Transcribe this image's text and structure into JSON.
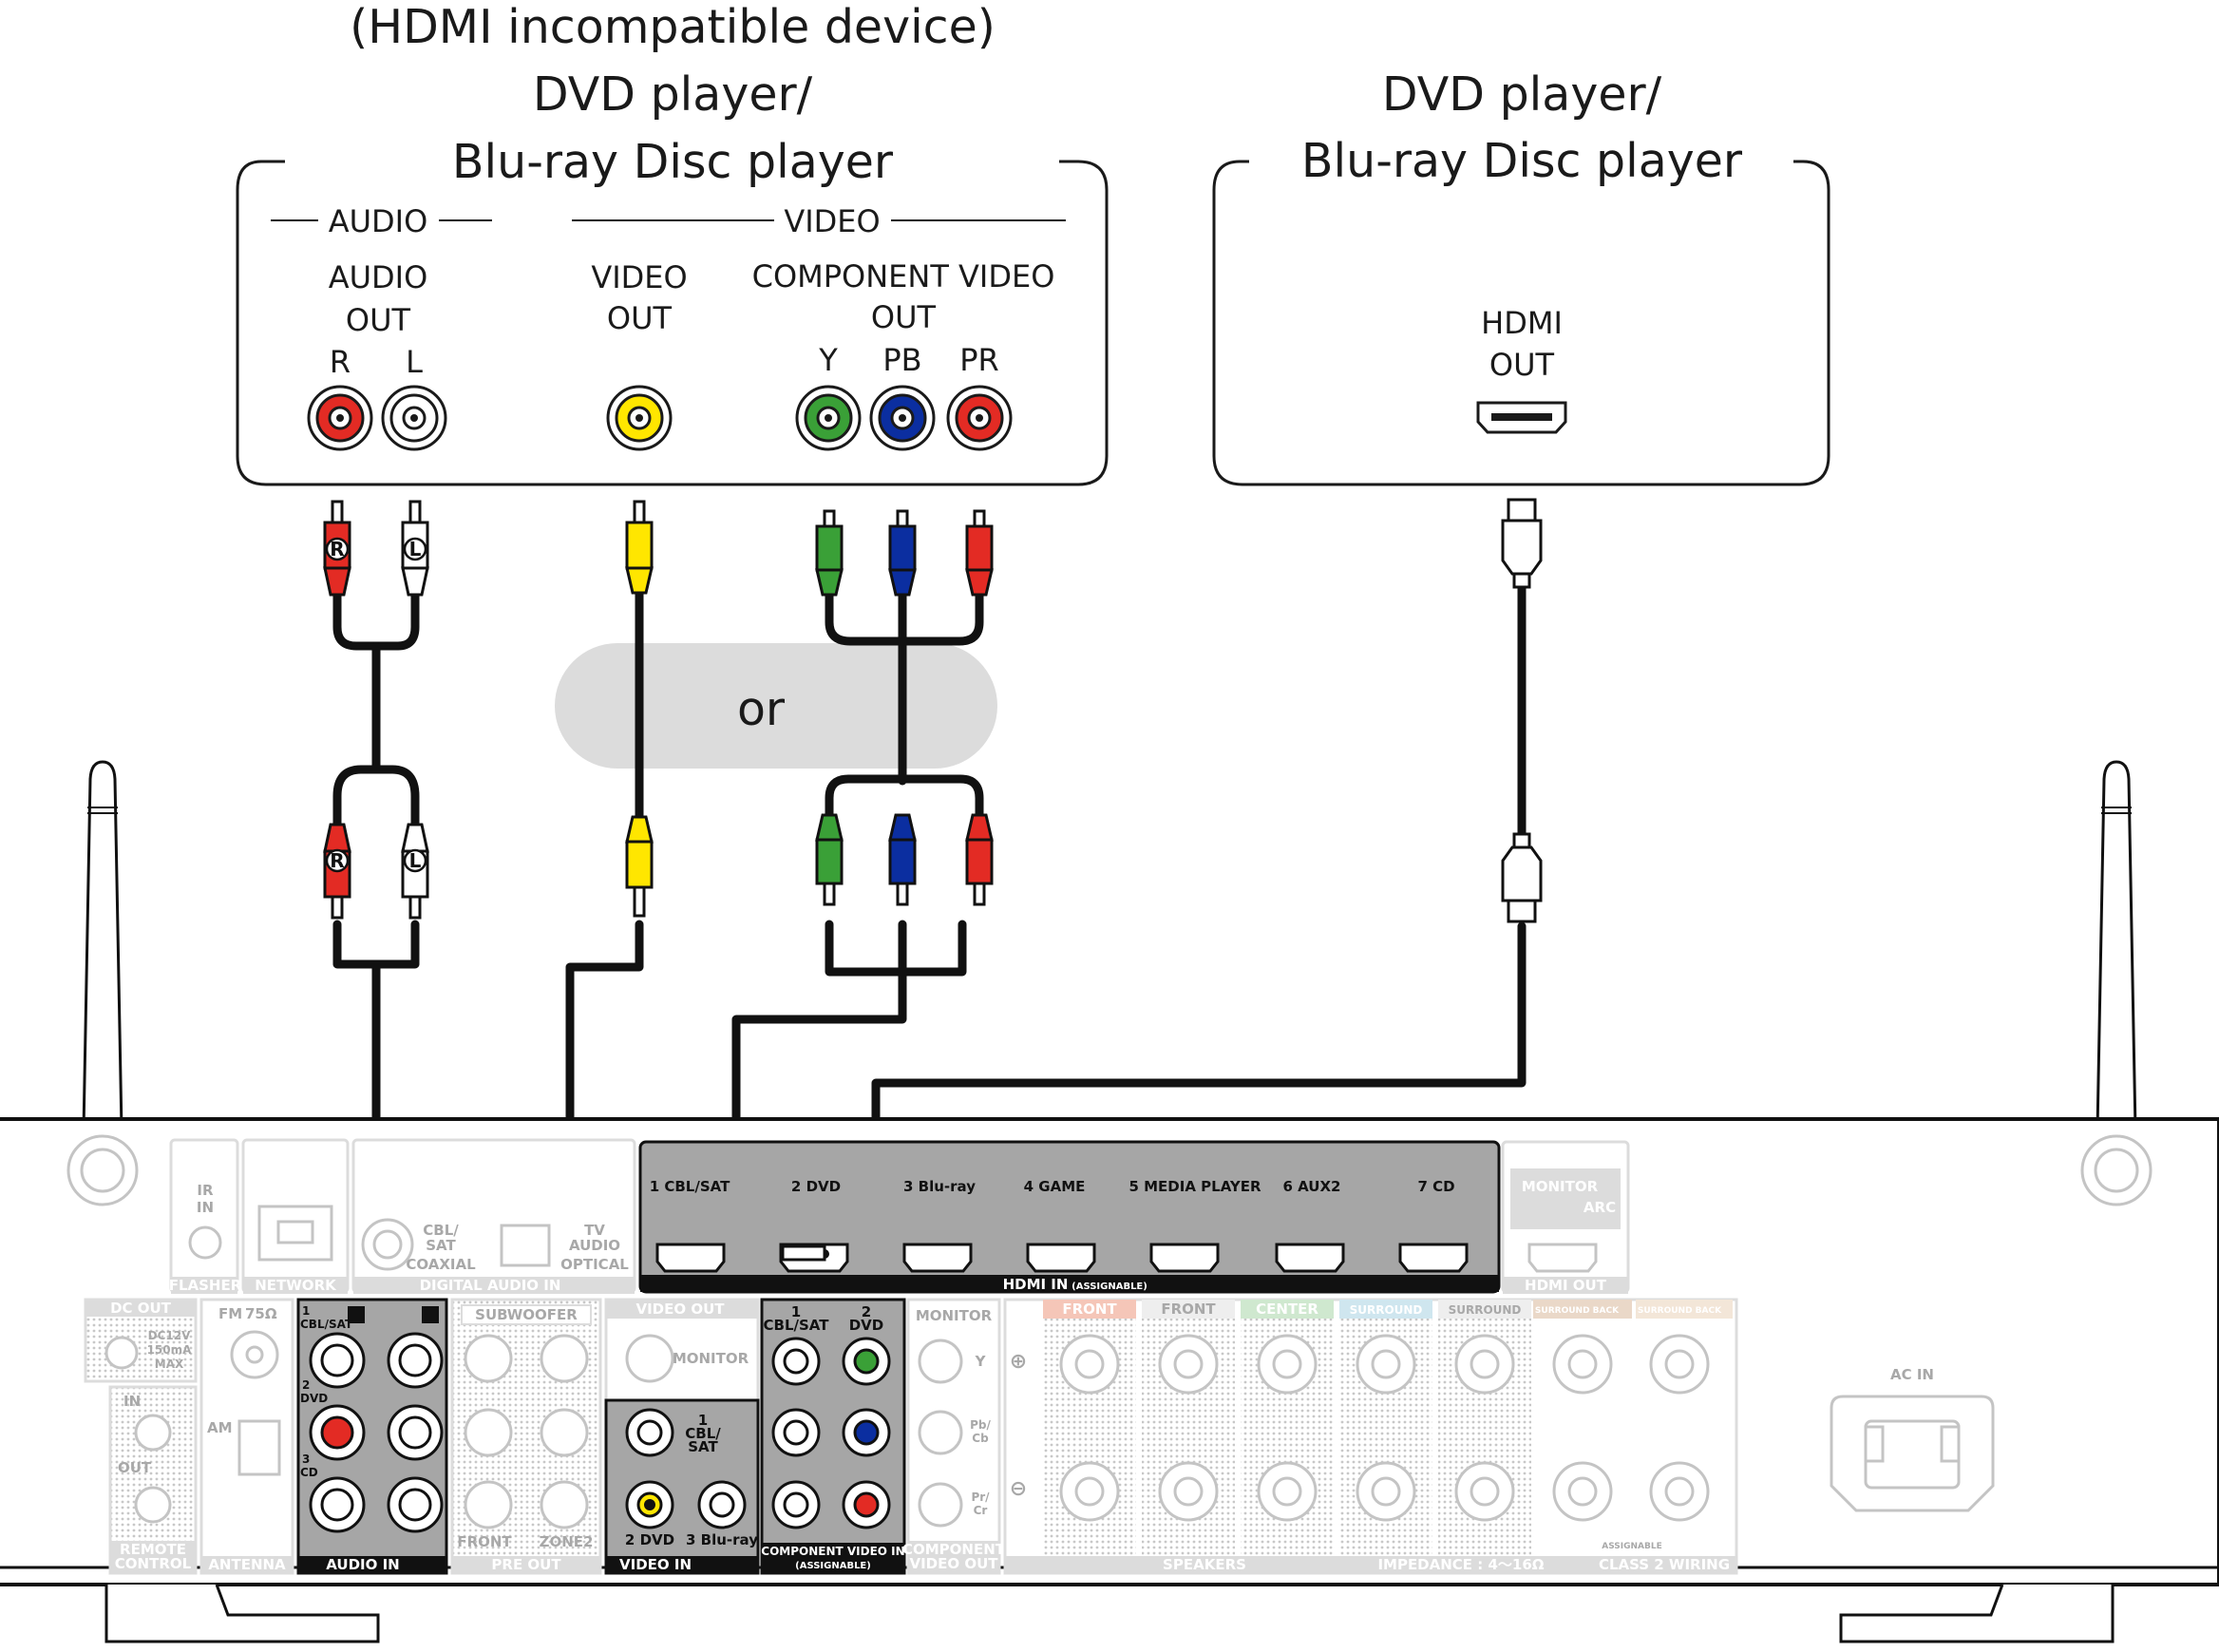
{
  "devices": {
    "left": {
      "caption_line1": "(HDMI incompatible device)",
      "caption_line2": "DVD player/",
      "caption_line3": "Blu-ray Disc player",
      "audio_group": "AUDIO",
      "video_group": "VIDEO",
      "audio_out_line1": "AUDIO",
      "audio_out_line2": "OUT",
      "label_r": "R",
      "label_l": "L",
      "video_out_line1": "VIDEO",
      "video_out_line2": "OUT",
      "component_line1": "COMPONENT VIDEO",
      "component_line2": "OUT",
      "label_y": "Y",
      "label_pb": "PB",
      "label_pr": "PR"
    },
    "right": {
      "caption_line1": "DVD player/",
      "caption_line2": "Blu-ray Disc player",
      "hdmi_line1": "HDMI",
      "hdmi_line2": "OUT"
    }
  },
  "or_label": "or",
  "plug_labels": {
    "r": "R",
    "l": "L"
  },
  "receiver": {
    "hdmi_inputs": [
      "1 CBL/SAT",
      "2 DVD",
      "3 Blu-ray",
      "4 GAME",
      "5 MEDIA PLAYER",
      "6 AUX2",
      "7 CD"
    ],
    "hdmi_in_label": "HDMI IN",
    "assignable": "(ASSIGNABLE)",
    "hdmi_out_label": "HDMI OUT",
    "monitor": "MONITOR",
    "arc": "ARC",
    "ir_in": "IR",
    "ir_in2": "IN",
    "flasher": "FLASHER",
    "network": "NETWORK",
    "digital_audio_in": "DIGITAL AUDIO IN",
    "cbl_sat": "CBL/",
    "sat": "SAT",
    "coaxial": "COAXIAL",
    "tv_audio": "TV",
    "tv_audio2": "AUDIO",
    "optical": "OPTICAL",
    "dc_out": "DC OUT",
    "dc_spec1": "DC12V",
    "dc_spec2": "150mA",
    "dc_spec3": "MAX",
    "fm": "FM",
    "fm_ohm": "75Ω",
    "am": "AM",
    "antenna": "ANTENNA",
    "remote_control": "REMOTE",
    "remote_control2": "CONTROL",
    "remote_in": "IN",
    "remote_out": "OUT",
    "audio_in_label": "AUDIO IN",
    "audio_in_1": "1",
    "audio_in_1b": "CBL/SAT",
    "audio_in_2": "2",
    "audio_in_2b": "DVD",
    "audio_in_3": "3",
    "audio_in_3b": "CD",
    "subwoofer": "SUBWOOFER",
    "pre_out": "PRE OUT",
    "front": "FRONT",
    "zone2": "ZONE2",
    "video_out": "VIDEO OUT",
    "monitor_small": "MONITOR",
    "video_in_label": "VIDEO IN",
    "video_in_1": "1",
    "video_in_1b": "CBL/",
    "video_in_1c": "SAT",
    "video_in_2": "2 DVD",
    "video_in_3": "3 Blu-ray",
    "component_in_label": "COMPONENT VIDEO IN",
    "component_in_1": "1",
    "component_in_1b": "CBL/SAT",
    "component_in_2": "2",
    "component_in_2b": "DVD",
    "component_out_label": "COMPONENT",
    "component_out_label2": "VIDEO OUT",
    "monitor_comp": "MONITOR",
    "comp_y": "Y",
    "comp_pb": "Pb/",
    "comp_cb": "Cb",
    "comp_pr": "Pr/",
    "comp_cr": "Cr",
    "spk_front_r": "FRONT",
    "spk_front_l": "FRONT",
    "spk_center": "CENTER",
    "spk_surround_r": "SURROUND",
    "spk_surround_l": "SURROUND",
    "spk_surround_back_r": "SURROUND BACK",
    "spk_surround_back_l": "SURROUND BACK",
    "speakers": "SPEAKERS",
    "impedance": "IMPEDANCE : 4～16Ω",
    "class2": "CLASS 2 WIRING",
    "assignable_small": "ASSIGNABLE",
    "ac_in": "AC IN"
  },
  "colors": {
    "red": "#e32b24",
    "white_plug": "#ffffff",
    "yellow": "#ffe600",
    "green": "#3aa037",
    "blue": "#0b2ea0",
    "highlight_panel": "#a6a6a6",
    "dim_panel": "#dcdcdc",
    "or_bubble": "#dcdcdc"
  }
}
